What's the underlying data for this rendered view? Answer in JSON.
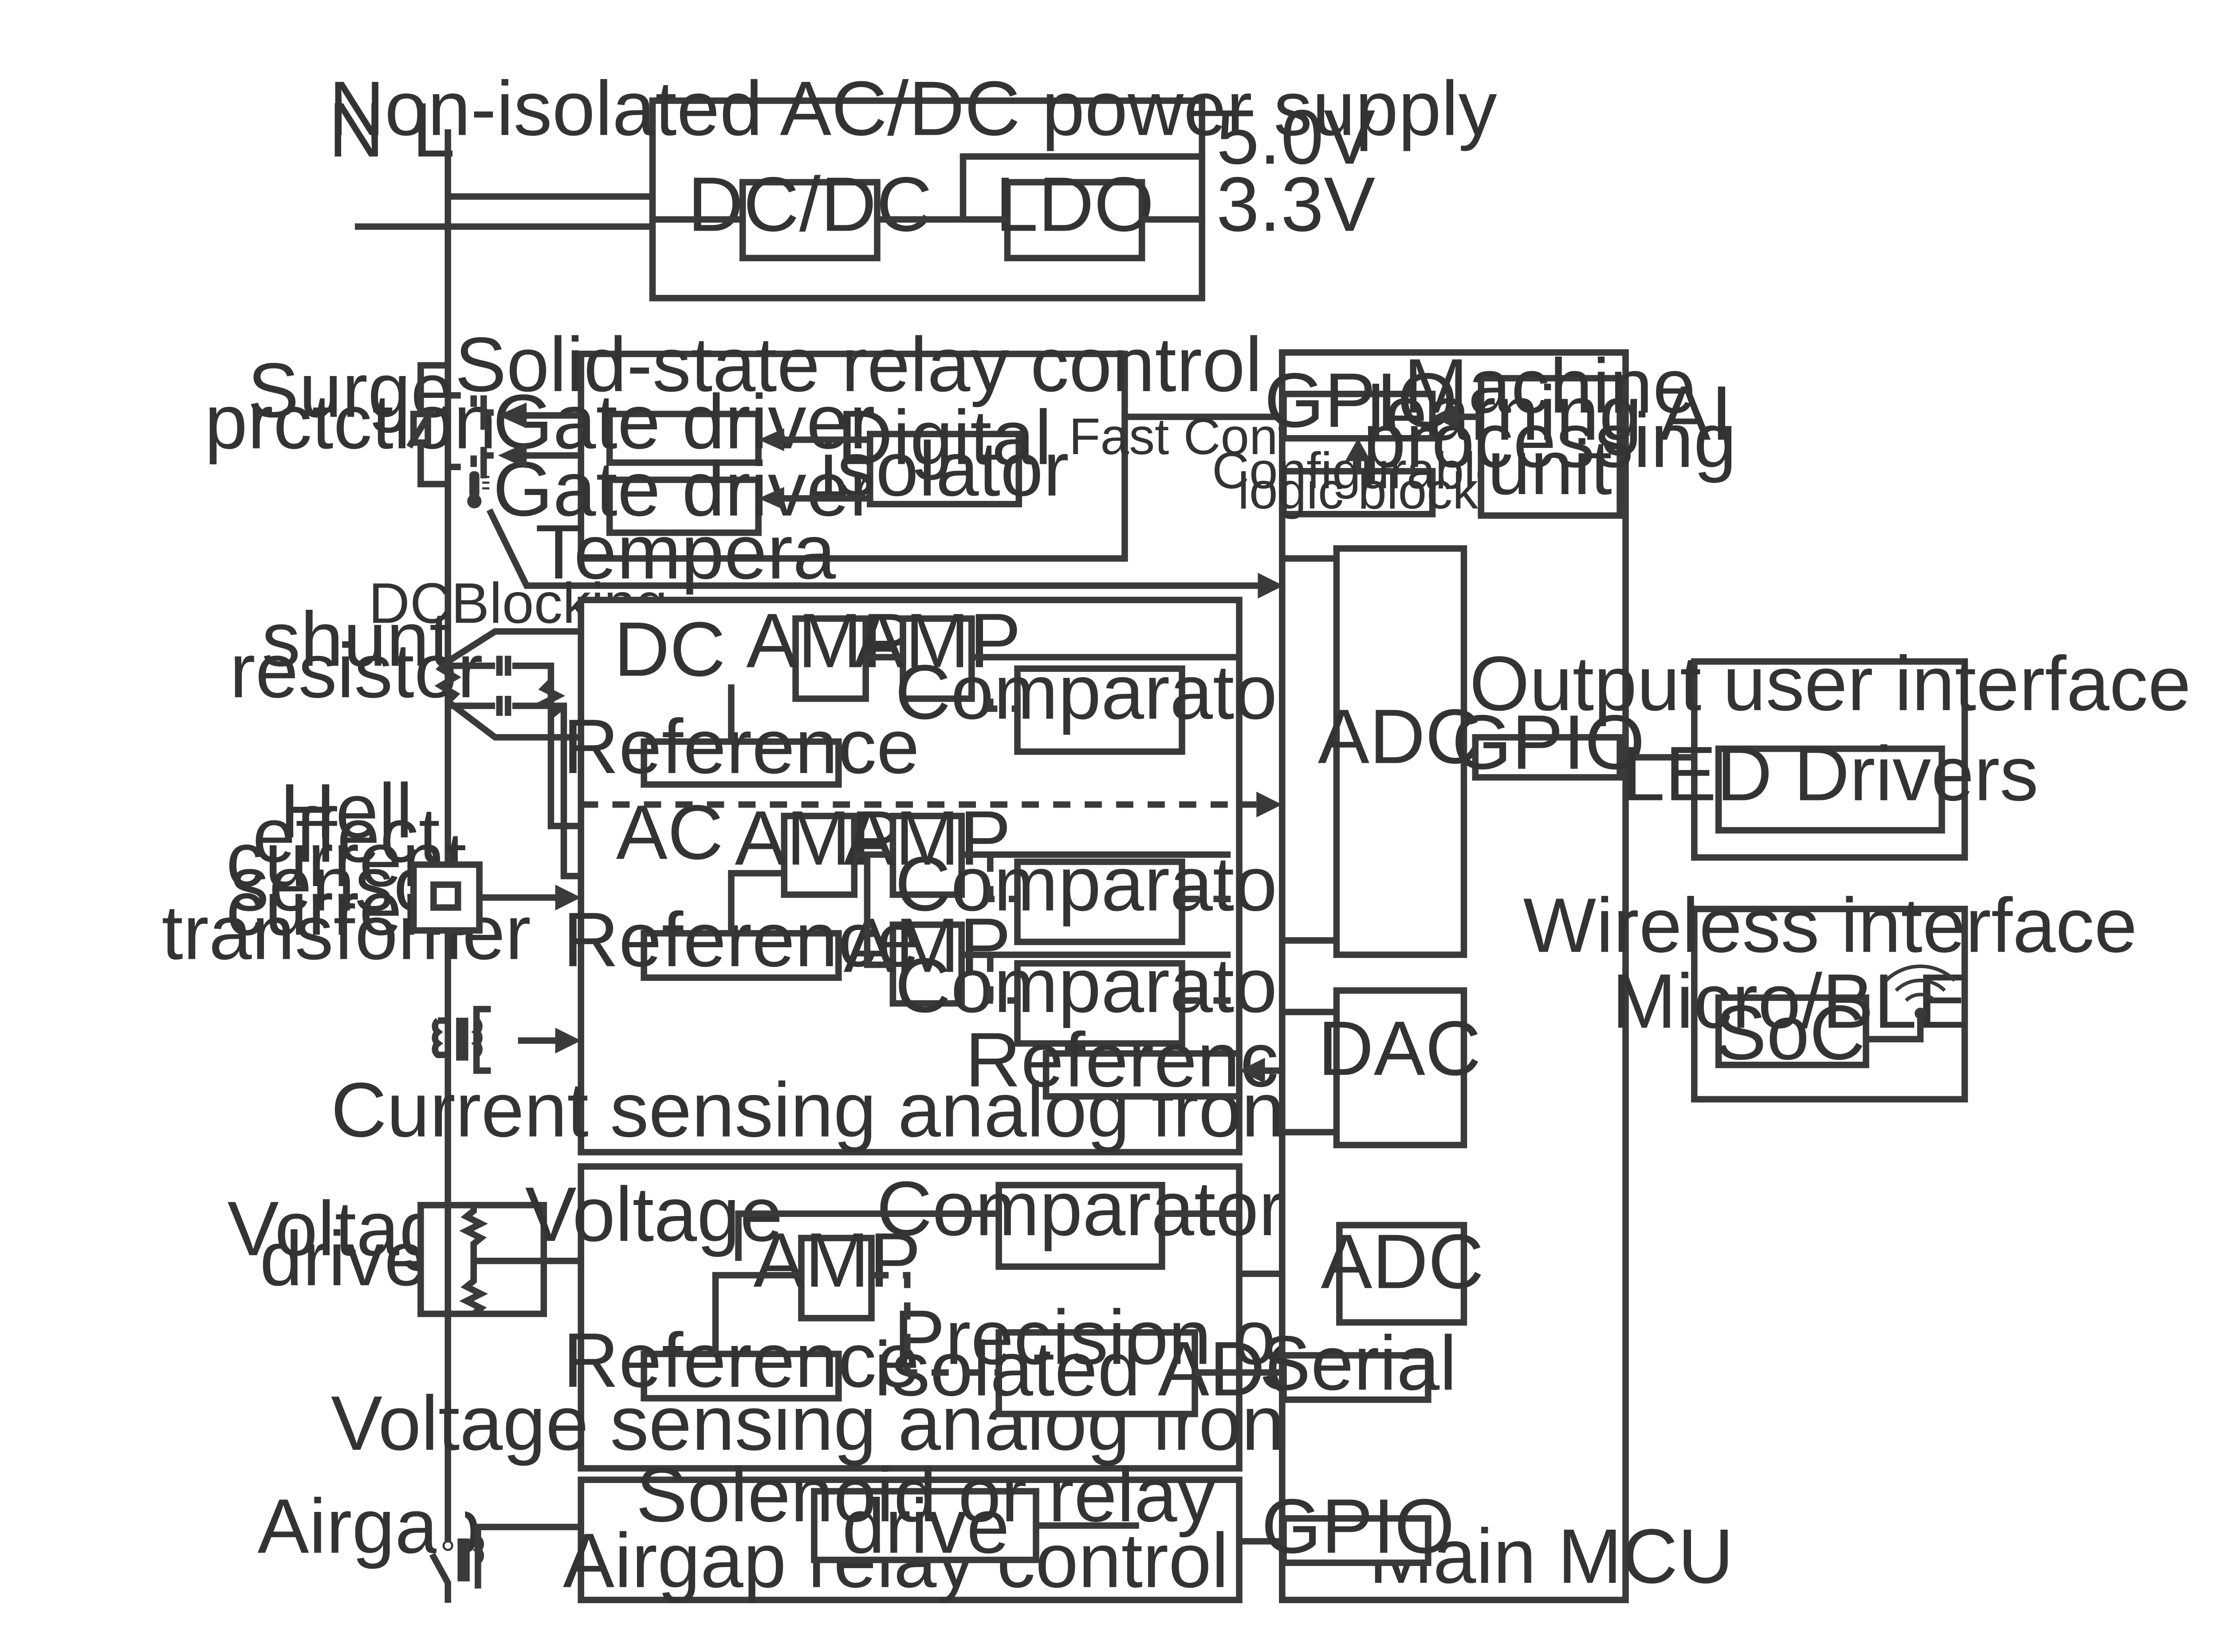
{
  "lines": {
    "neutral": "N",
    "live": "L"
  },
  "power_supply": {
    "title": "Non-isolated AC/DC power supply",
    "dcdc": "DC/DC",
    "ldo": "LDO",
    "out_5v": "5.0V",
    "out_3v3": "3.3V"
  },
  "left_labels": {
    "surge": [
      "Surge",
      "prctction"
    ],
    "shunt": [
      "shunt",
      "resistor"
    ],
    "hall": [
      "Hell",
      "effect",
      "current",
      "sensor",
      "current",
      "transfomer"
    ],
    "voltage_driver": [
      "Voltage",
      "driver"
    ],
    "airgap": "Airgap",
    "temperature": "Tempera",
    "dc_blocking": "DCBlocking"
  },
  "relay_control": {
    "title": "Solid-state relay control",
    "gate_driver_1": "Gate driver",
    "gate_driver_2": "Gate driver",
    "digital_isolator": [
      "Digital",
      "isolator"
    ]
  },
  "current_afe": {
    "title": "Current sensing analog front-end",
    "dc_label": "DC",
    "ac_label": "AC",
    "amp": "AMP",
    "comparator": "Comparator",
    "reference": "Reference"
  },
  "voltage_afe": {
    "title": "Voltage sensing analog front-end",
    "voltage_label": "Voltage",
    "amp": "AMP",
    "comparator": "Comparator",
    "reference": "Reference",
    "precision_adc": [
      "Precision or",
      "isolated ADC"
    ]
  },
  "airgap_control": {
    "title": "Airgap relay control",
    "solenoid": [
      "Solenoid or relay",
      "drive"
    ]
  },
  "mcu": {
    "title": "Main MCU",
    "fast_control": "Fast Control",
    "gpio_top": "GPIO",
    "config_logic": [
      "Configurable",
      "logic block"
    ],
    "ml_unit": [
      "Machine",
      "learning AI",
      "processing",
      "unit"
    ],
    "adc_main": "ADC",
    "gpio_mid": "GPIO",
    "dac": "DAC",
    "adc_second": "ADC",
    "serial": "Serial",
    "gpio_bottom": "GPIO"
  },
  "output_ui": {
    "title": "Output user interface",
    "led_drivers": "LED Drivers"
  },
  "wireless": {
    "title": "Wireless interface",
    "soc": [
      "Micro/BLE",
      "SoC"
    ]
  },
  "colors": {
    "line": "#3a3a3a",
    "text": "#333333",
    "background": "#ffffff"
  },
  "icons": [
    "thermometer-icon",
    "wifi-icon",
    "varistor-icon",
    "resistor-icon",
    "capacitor-icon",
    "transformer-icon",
    "switch-icon"
  ]
}
